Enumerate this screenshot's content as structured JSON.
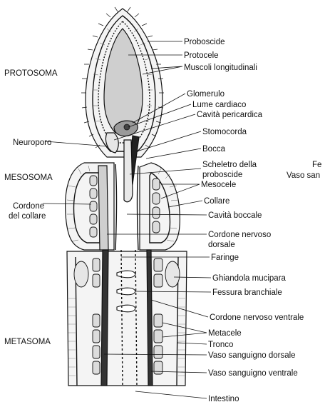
{
  "regions": {
    "protosoma": "PROTOSOMA",
    "mesosoma": "MESOSOMA",
    "metasoma": "METASOMA"
  },
  "left_labels": {
    "neuroporo": "Neuroporo",
    "cordone_line1": "Cordone",
    "cordone_line2": "del collare"
  },
  "right_labels": {
    "proboscide": "Proboscide",
    "protocele": "Protocele",
    "muscoli": "Muscoli longitudinali",
    "glomerulo": "Glomerulo",
    "lume": "Lume cardiaco",
    "cavita_pericardica": "Cavità pericardica",
    "stomocorda": "Stomocorda",
    "bocca": "Bocca",
    "scheletro_line1": "Scheletro della",
    "scheletro_line2": "proboscide",
    "mesocele": "Mesocele",
    "collare": "Collare",
    "cavita_boccale": "Cavità boccale",
    "cordone_dorsale_line1": "Cordone nervoso",
    "cordone_dorsale_line2": "dorsale",
    "faringe": "Faringe",
    "ghiandola": "Ghiandola mucipara",
    "fessura": "Fessura branchiale",
    "cordone_ventrale": "Cordone nervoso ventrale",
    "metacele": "Metacele",
    "tronco": "Tronco",
    "vaso_dorsale": "Vaso sanguigno dorsale",
    "vaso_ventrale": "Vaso sanguigno ventrale",
    "intestino": "Intestino"
  },
  "cropped_labels": {
    "fe": "Fe",
    "vaso_san": "Vaso san"
  }
}
